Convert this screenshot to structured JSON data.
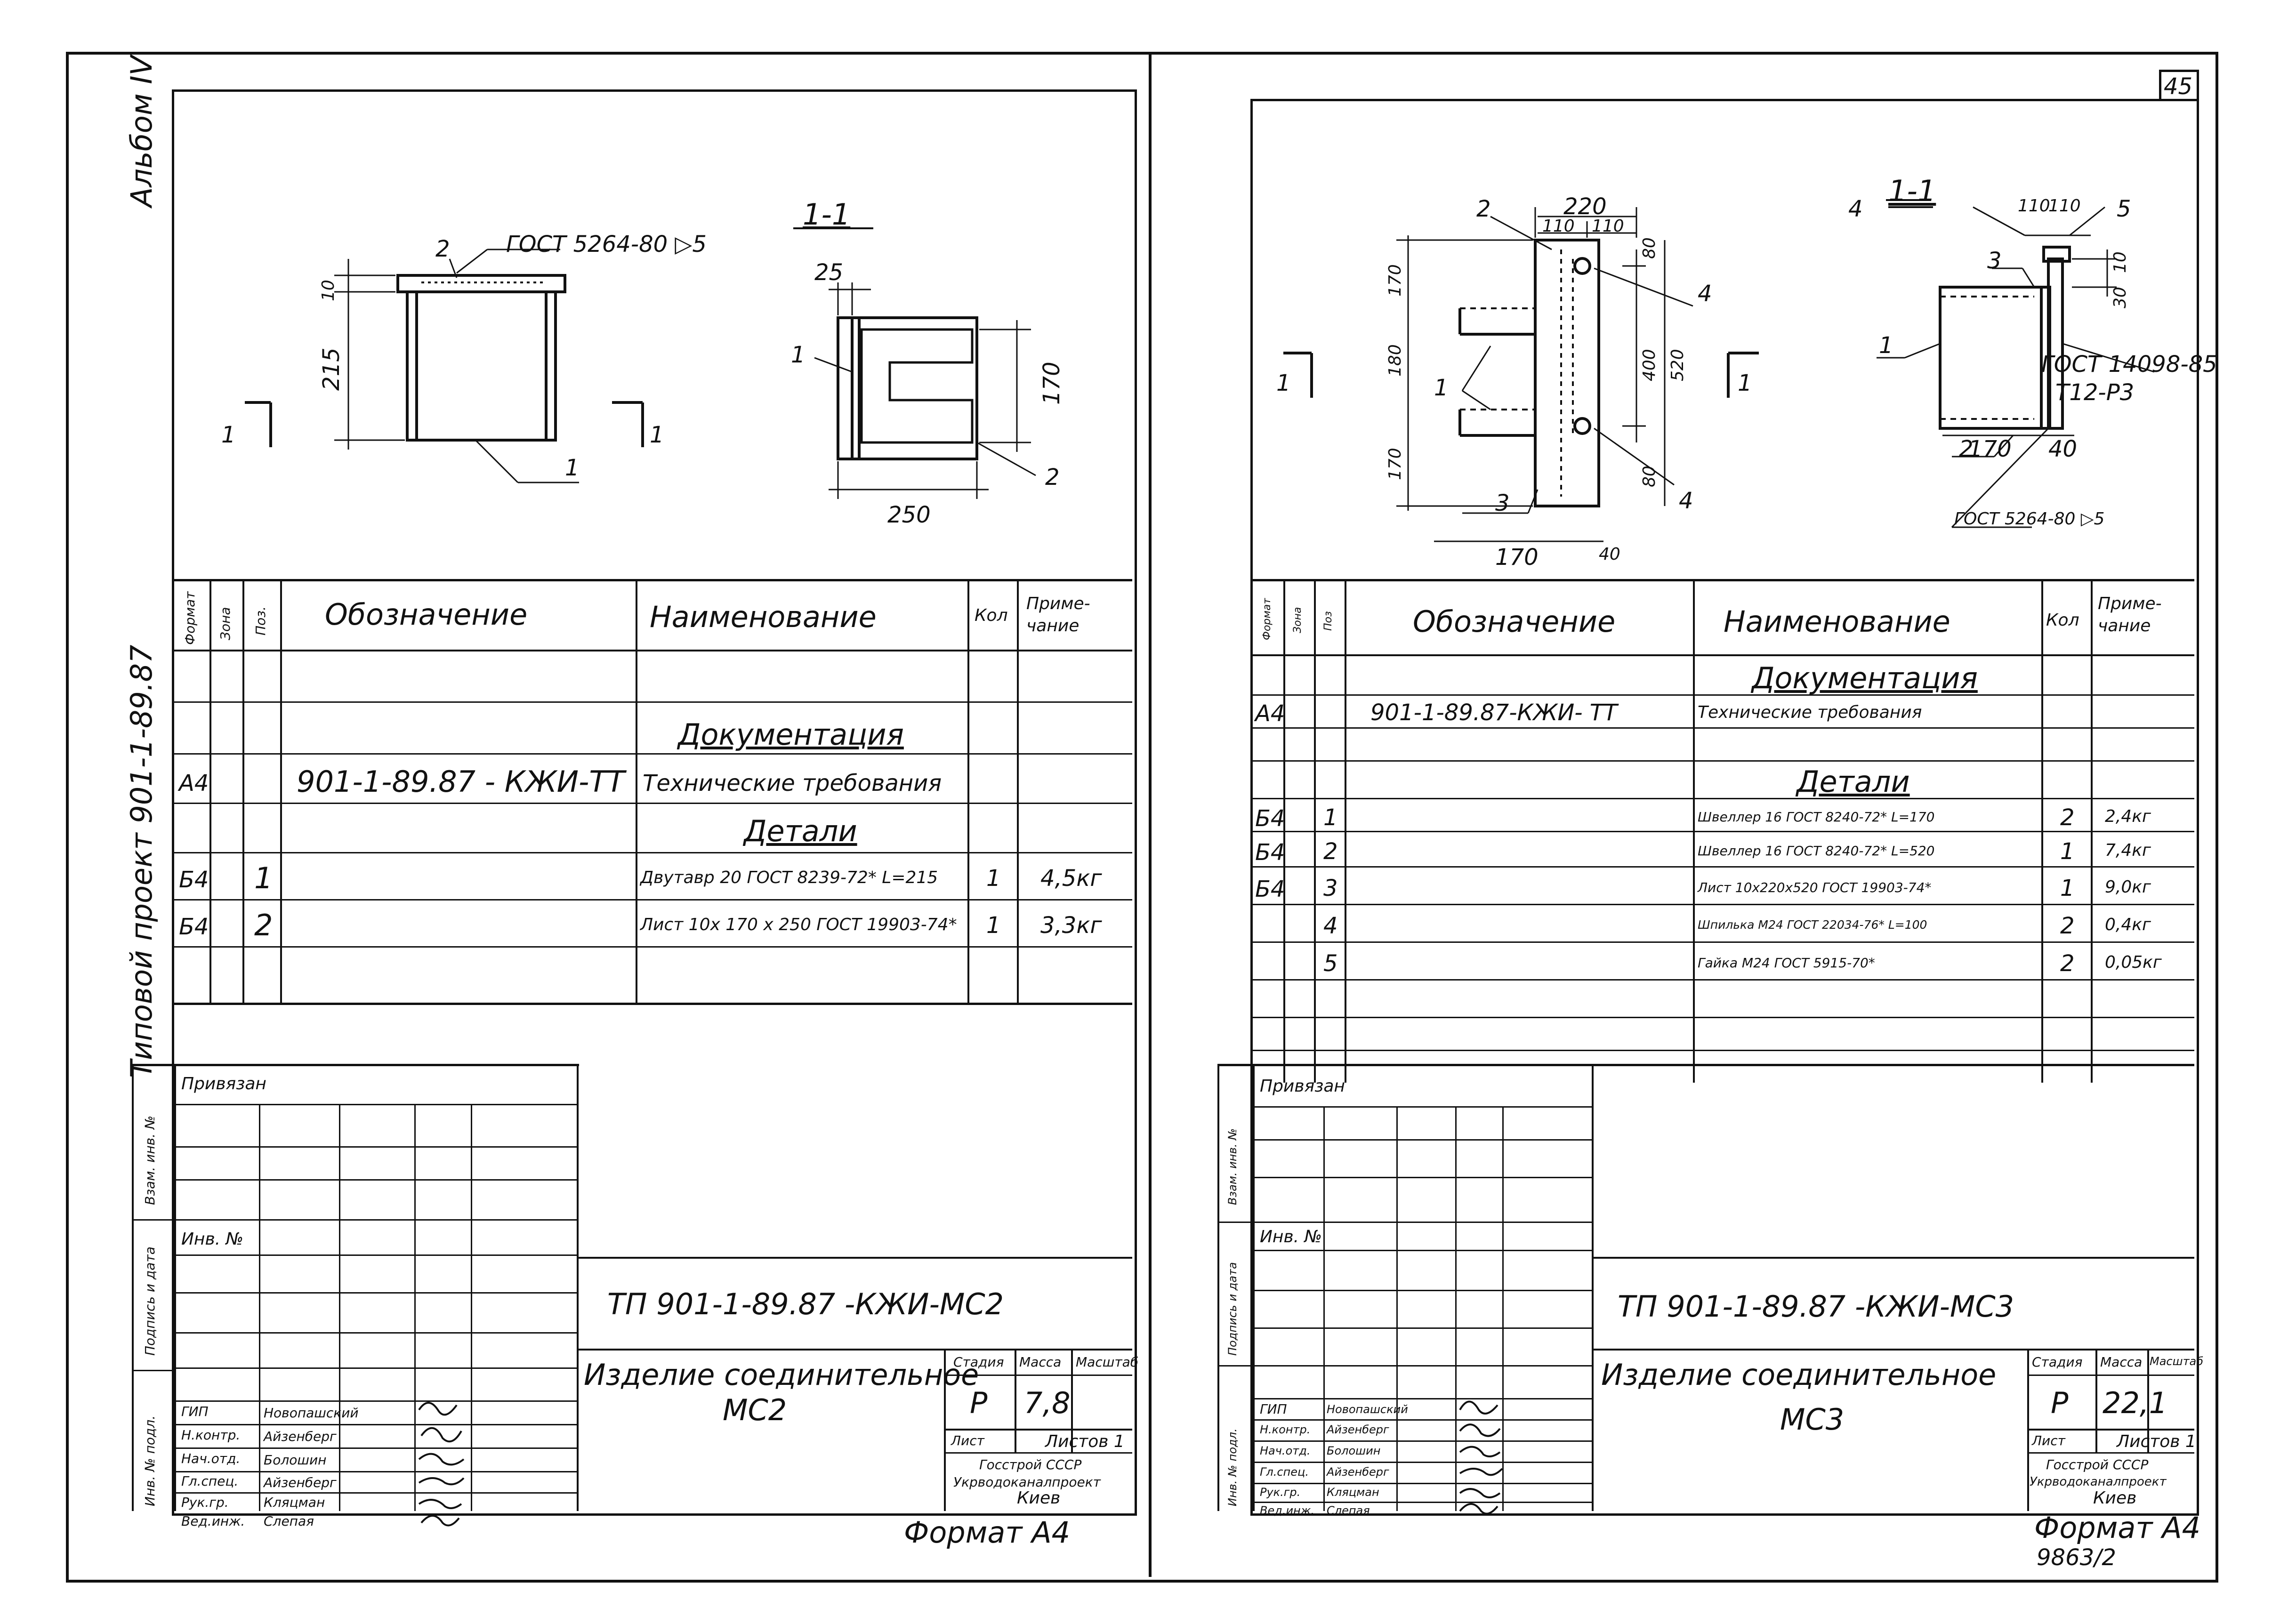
{
  "side_label": {
    "album": "Альбом IV",
    "project": "Типовой проект 901-1-89.87"
  },
  "page_number": "45",
  "left_sheet": {
    "section_title": "1-1",
    "cut_mark": "1",
    "weld_note": "ГОСТ 5264-80 ▷5",
    "dims": {
      "d10": "10",
      "d215": "215",
      "d25": "25",
      "d170": "170",
      "d250": "250",
      "pos1": "1",
      "pos2": "2"
    },
    "spec_headers": {
      "format": "Формат",
      "zone": "Зона",
      "pos": "Поз.",
      "designation": "Обозначение",
      "name": "Наименование",
      "qty": "Кол",
      "note": "Приме-чание"
    },
    "spec_rows": [
      {
        "format": "",
        "pos": "",
        "designation": "",
        "name": "Документация",
        "qty": "",
        "note": "",
        "section": true
      },
      {
        "format": "А4",
        "pos": "",
        "designation": "901-1-89.87 - КЖИ-ТТ",
        "name": "Технические требования",
        "qty": "",
        "note": "",
        "section": false
      },
      {
        "format": "",
        "pos": "",
        "designation": "",
        "name": "Детали",
        "qty": "",
        "note": "",
        "section": true
      },
      {
        "format": "Б4",
        "pos": "1",
        "designation": "",
        "name": "Двутавр 20 ГОСТ 8239-72* L=215",
        "qty": "1",
        "note": "4,5кг",
        "section": false
      },
      {
        "format": "Б4",
        "pos": "2",
        "designation": "",
        "name": "Лист 10х 170 х 250 ГОСТ 19903-74*",
        "qty": "1",
        "note": "3,3кг",
        "section": false
      }
    ],
    "stamp": {
      "side_labels": [
        "Взам. инв. №",
        "Подпись и дата",
        "Инв. № подл."
      ],
      "privyazan": "Привязан",
      "inv_no": "Инв. №",
      "code": "ТП 901-1-89.87     -КЖИ-МС2",
      "title": "Изделие соединительное",
      "mark": "МС2",
      "stage_label": "Стадия",
      "mass_label": "Масса",
      "scale_label": "Масштаб",
      "stage": "Р",
      "mass": "7,8",
      "sheet_label": "Лист",
      "sheets_label": "Листов 1",
      "org": [
        "Госстрой СССР",
        "Укрводоканалпроект",
        "Киев"
      ],
      "people": [
        {
          "role": "ГИП",
          "name": "Новопашский"
        },
        {
          "role": "Н.контр.",
          "name": "Айзенберг"
        },
        {
          "role": "Нач.отд.",
          "name": "Болошин"
        },
        {
          "role": "Гл.спец.",
          "name": "Айзенберг"
        },
        {
          "role": "Рук.гр.",
          "name": "Кляцман"
        },
        {
          "role": "Вед.инж.",
          "name": "Слепая"
        }
      ],
      "format": "Формат А4"
    }
  },
  "right_sheet": {
    "section_title": "1-1",
    "cut_mark": "1",
    "notes": [
      "ГОСТ 14098-85",
      "Т12-Р3",
      "ГОСТ 5264-80 ▷5"
    ],
    "dims": {
      "d220": "220",
      "d110a": "110",
      "d110b": "110",
      "d170a": "170",
      "d180": "180",
      "d170b": "170",
      "d400": "400",
      "d520": "520",
      "d80a": "80",
      "d80b": "80",
      "d170c": "170",
      "d40a": "40",
      "d40b": "40",
      "d170d": "170",
      "d110c": "110",
      "d110d": "110",
      "d10": "10",
      "d30": "30",
      "p1a": "1",
      "p2a": "2",
      "p3a": "3",
      "p4a": "4",
      "p4b": "4",
      "p1b": "1",
      "p2b": "2",
      "p3b": "3",
      "p4c": "4",
      "p5": "5"
    },
    "spec_headers": {
      "format": "Формат",
      "zone": "Зона",
      "pos": "Поз",
      "designation": "Обозначение",
      "name": "Наименование",
      "qty": "Кол",
      "note": "Приме-чание"
    },
    "spec_rows": [
      {
        "format": "",
        "pos": "",
        "designation": "",
        "name": "Документация",
        "qty": "",
        "note": "",
        "section": true
      },
      {
        "format": "А4",
        "pos": "",
        "designation": "901-1-89.87-КЖИ- ТТ",
        "name": "Технические требования",
        "qty": "",
        "note": "",
        "section": false
      },
      {
        "format": "",
        "pos": "",
        "designation": "",
        "name": "",
        "qty": "",
        "note": "",
        "section": false
      },
      {
        "format": "",
        "pos": "",
        "designation": "",
        "name": "Детали",
        "qty": "",
        "note": "",
        "section": true
      },
      {
        "format": "Б4",
        "pos": "1",
        "designation": "",
        "name": "Швеллер 16 ГОСТ 8240-72* L=170",
        "qty": "2",
        "note": "2,4кг",
        "section": false
      },
      {
        "format": "Б4",
        "pos": "2",
        "designation": "",
        "name": "Швеллер 16 ГОСТ 8240-72* L=520",
        "qty": "1",
        "note": "7,4кг",
        "section": false
      },
      {
        "format": "Б4",
        "pos": "3",
        "designation": "",
        "name": "Лист 10х220х520 ГОСТ 19903-74*",
        "qty": "1",
        "note": "9,0кг",
        "section": false
      },
      {
        "format": "",
        "pos": "4",
        "designation": "",
        "name": "Шпилька М24 ГОСТ 22034-76* L=100",
        "qty": "2",
        "note": "0,4кг",
        "section": false
      },
      {
        "format": "",
        "pos": "5",
        "designation": "",
        "name": "Гайка М24 ГОСТ 5915-70*",
        "qty": "2",
        "note": "0,05кг",
        "section": false
      }
    ],
    "stamp": {
      "side_labels": [
        "Взам. инв. №",
        "Подпись и дата",
        "Инв. № подл."
      ],
      "privyazan": "Привязан",
      "inv_no": "Инв. №",
      "code": "ТП 901-1-89.87       -КЖИ-МС3",
      "title": "Изделие соединительное",
      "mark": "МС3",
      "stage_label": "Стадия",
      "mass_label": "Масса",
      "scale_label": "Масштаб",
      "stage": "Р",
      "mass": "22,1",
      "sheet_label": "Лист",
      "sheets_label": "Листов 1",
      "org": [
        "Госстрой СССР",
        "Укрводоканалпроект",
        "Киев"
      ],
      "people": [
        {
          "role": "ГИП",
          "name": "Новопашский"
        },
        {
          "role": "Н.контр.",
          "name": "Айзенберг"
        },
        {
          "role": "Нач.отд.",
          "name": "Болошин"
        },
        {
          "role": "Гл.спец.",
          "name": "Айзенберг"
        },
        {
          "role": "Рук.гр.",
          "name": "Кляцман"
        },
        {
          "role": "Вед.инж.",
          "name": "Слепая"
        }
      ],
      "format": "Формат А4",
      "archive_no": "9863/2"
    }
  }
}
